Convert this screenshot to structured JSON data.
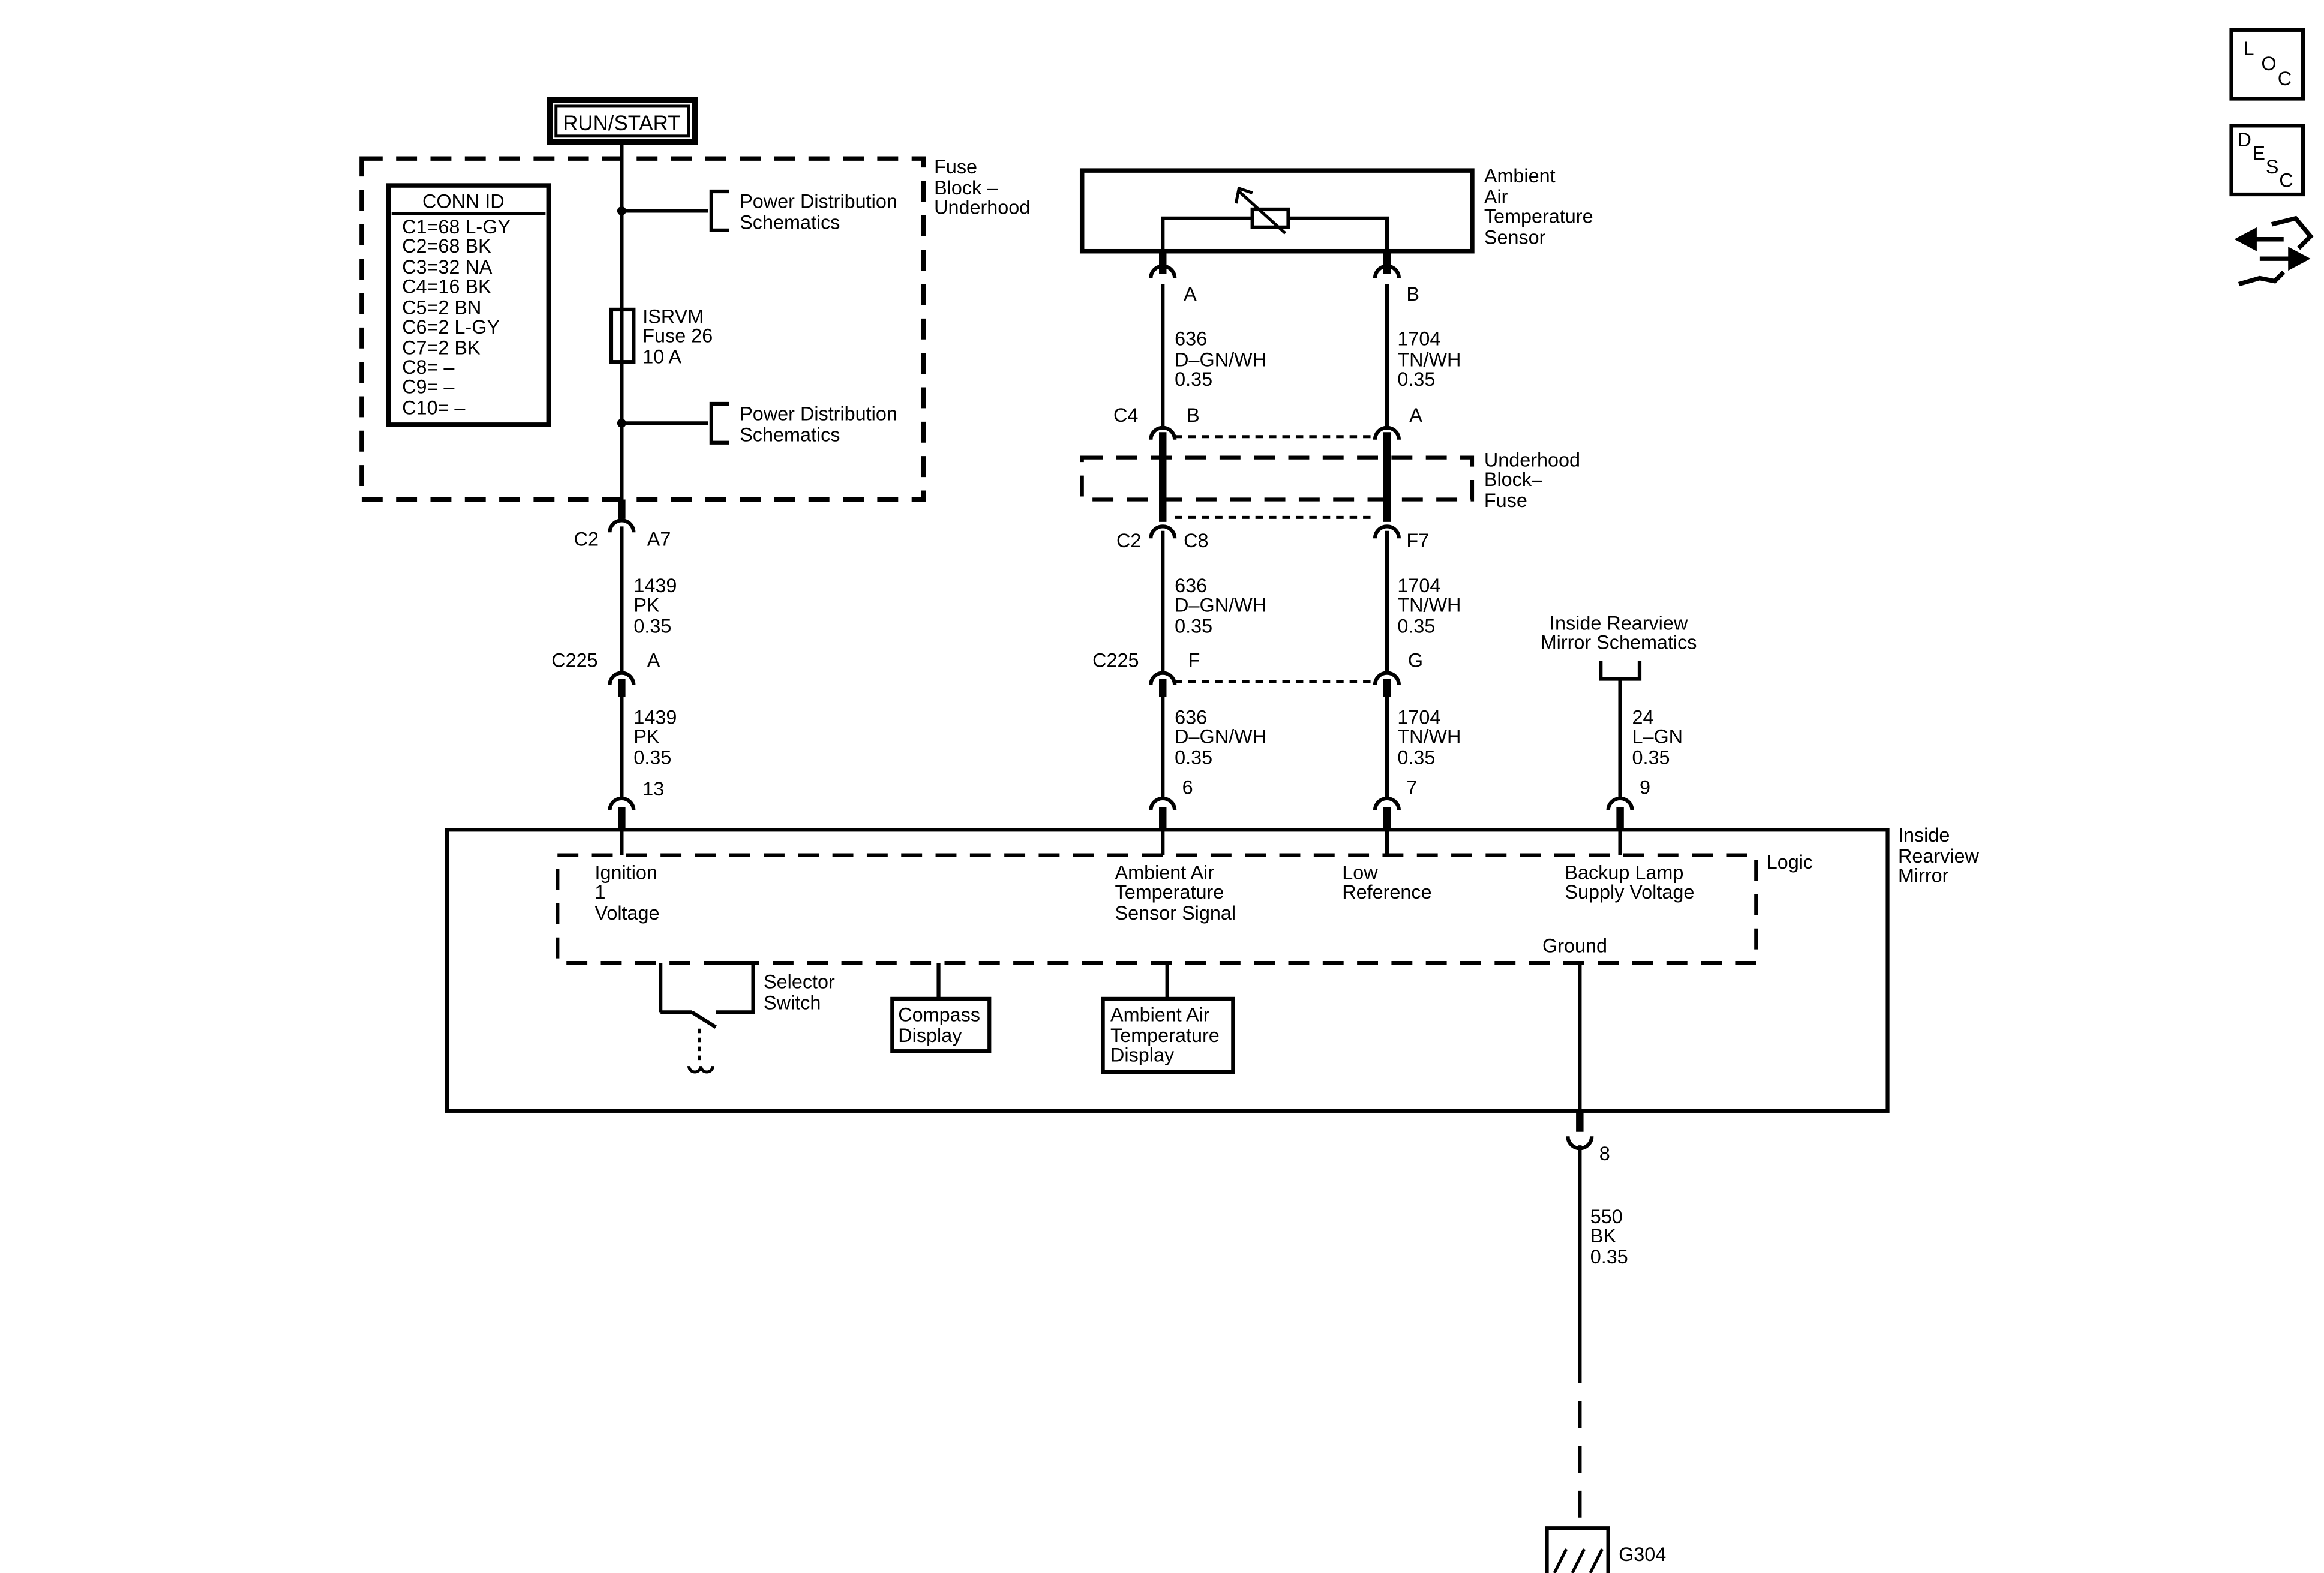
{
  "power": {
    "run_start": "RUN/START"
  },
  "fuse_block": {
    "title_lines": [
      "Fuse",
      "Block –",
      "Underhood"
    ],
    "conn_id": {
      "header": "CONN ID",
      "rows": [
        "C1=68 L-GY",
        "C2=68 BK",
        "C3=32 NA",
        "C4=16 BK",
        "C5=2 BN",
        "C6=2 L-GY",
        "C7=2 BK",
        "C8= –",
        "C9= –",
        "C10= –"
      ]
    },
    "power_dist_top": [
      "Power Distribution",
      "Schematics"
    ],
    "power_dist_bottom": [
      "Power Distribution",
      "Schematics"
    ],
    "fuse_label": [
      "ISRVM",
      "Fuse 26",
      "10 A"
    ]
  },
  "ambient_sensor": {
    "title_lines": [
      "Ambient",
      "Air",
      "Temperature",
      "Sensor"
    ],
    "pin_a": "A",
    "pin_b": "B"
  },
  "underhood": {
    "title_lines": [
      "Underhood",
      "Block–",
      "Fuse"
    ]
  },
  "circuits": {
    "left_c2": {
      "conn": "C2",
      "pin": "A7"
    },
    "left_w1": [
      "1439",
      "PK",
      "0.35"
    ],
    "left_c225": {
      "conn": "C225",
      "pin": "A"
    },
    "left_w2": [
      "1439",
      "PK",
      "0.35"
    ],
    "left_mirror_pin": "13",
    "sig_w1": [
      "636",
      "D–GN/WH",
      "0.35"
    ],
    "ref_w1": [
      "1704",
      "TN/WH",
      "0.35"
    ],
    "c4": {
      "conn": "C4",
      "pin_sig": "B",
      "pin_ref": "A"
    },
    "c2_mid": {
      "conn": "C2",
      "pin_sig": "C8",
      "pin_ref": "F7"
    },
    "sig_w2": [
      "636",
      "D–GN/WH",
      "0.35"
    ],
    "ref_w2": [
      "1704",
      "TN/WH",
      "0.35"
    ],
    "c225_mid": {
      "conn": "C225",
      "pin_sig": "F",
      "pin_ref": "G"
    },
    "sig_w3": [
      "636",
      "D–GN/WH",
      "0.35"
    ],
    "ref_w3": [
      "1704",
      "TN/WH",
      "0.35"
    ],
    "sig_mirror_pin": "6",
    "ref_mirror_pin": "7",
    "backup_source": [
      "Inside Rearview",
      "Mirror Schematics"
    ],
    "backup_w": [
      "24",
      "L–GN",
      "0.35"
    ],
    "backup_mirror_pin": "9",
    "ground_pin": "8",
    "ground_w": [
      "550",
      "BK",
      "0.35"
    ],
    "ground_point": "G304"
  },
  "mirror": {
    "title_lines": [
      "Inside",
      "Rearview",
      "Mirror"
    ],
    "logic": "Logic",
    "inputs": {
      "ignition": [
        "Ignition",
        "1",
        "Voltage"
      ],
      "ambient_signal": [
        "Ambient Air",
        "Temperature",
        "Sensor Signal"
      ],
      "low_ref": [
        "Low",
        "Reference"
      ],
      "backup": [
        "Backup Lamp",
        "Supply Voltage"
      ],
      "ground": "Ground"
    },
    "selector": [
      "Selector",
      "Switch"
    ],
    "compass": [
      "Compass",
      "Display"
    ],
    "ambient_display": [
      "Ambient Air",
      "Temperature",
      "Display"
    ]
  },
  "nav": {
    "loc": [
      "L",
      "O",
      "C"
    ],
    "desc": [
      "D",
      "E",
      "S",
      "C"
    ]
  },
  "icons": [
    "loc-button-icon",
    "desc-button-icon",
    "connector-pinout-icon"
  ]
}
